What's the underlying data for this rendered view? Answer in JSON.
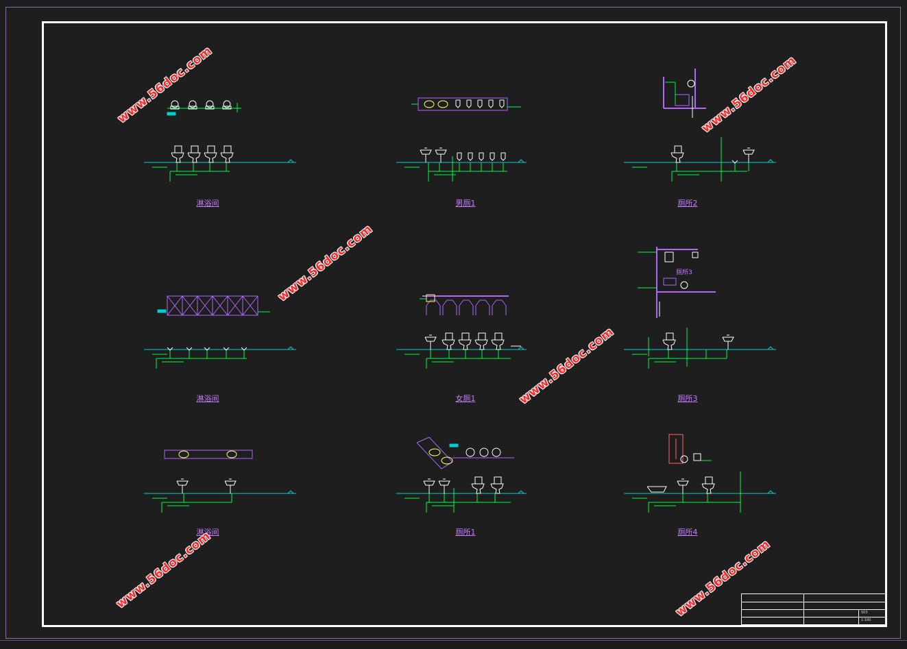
{
  "drawings": [
    {
      "label": "淋浴间"
    },
    {
      "label": "男厕1"
    },
    {
      "label": "厕所2"
    },
    {
      "label": "淋浴间"
    },
    {
      "label": "女厕1"
    },
    {
      "label": "厕所3"
    },
    {
      "label": "淋浴间"
    },
    {
      "label": "厕所1"
    },
    {
      "label": "厕所4"
    }
  ],
  "watermark": {
    "text": "www.56doc.com"
  },
  "inset_labels": {
    "toilet3": "厕所3"
  },
  "title_block": {
    "scale": "1:100",
    "sheet": "S03"
  },
  "colors": {
    "background": "#1e1e1e",
    "frame": "#ffffff",
    "fixture": "#ffffff",
    "floor_line": "#00ced1",
    "pipe": "#00ff40",
    "wall": "#b266ff",
    "label": "#c77dff",
    "watermark": "#ff2b2b"
  }
}
